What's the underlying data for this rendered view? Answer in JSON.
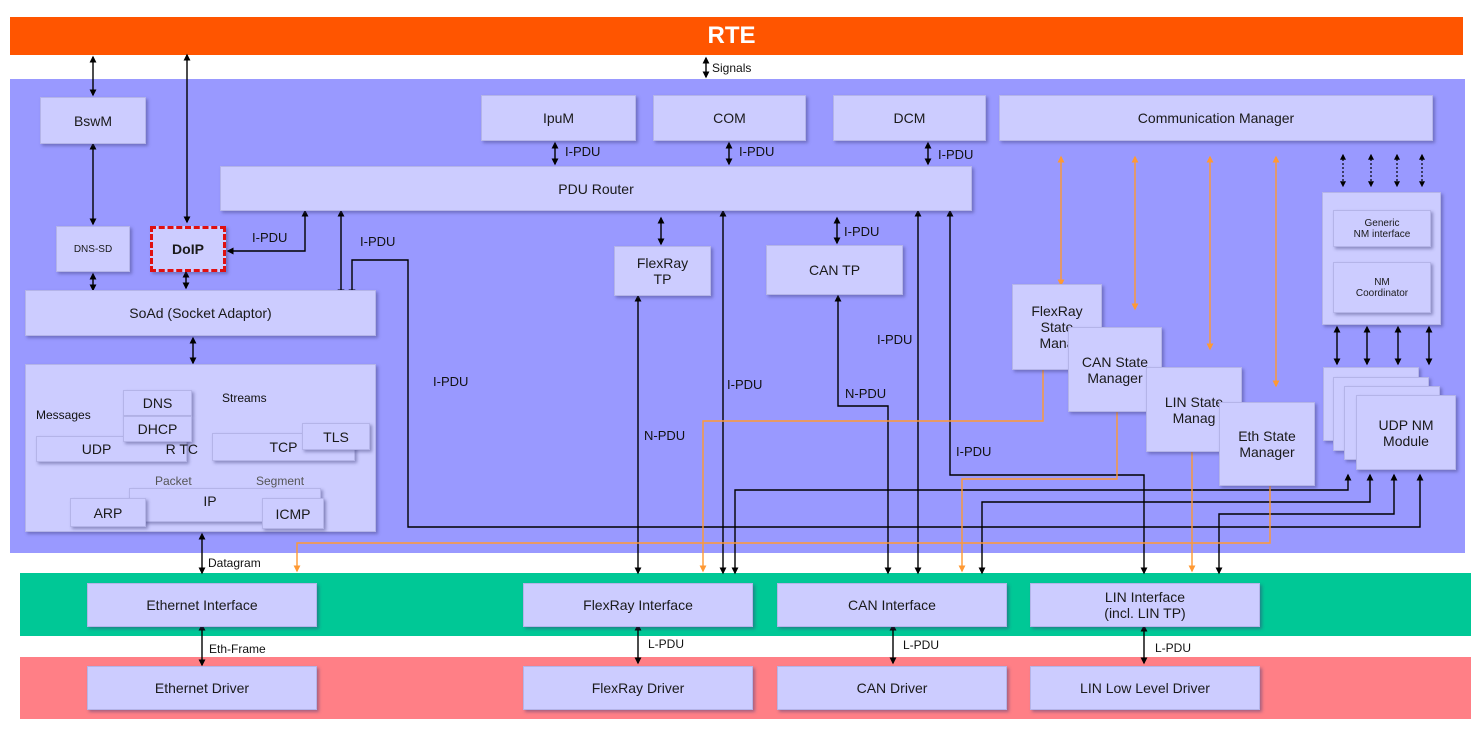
{
  "layers": {
    "rte": "RTE",
    "signals": "Signals"
  },
  "modules": {
    "bswm": "BswM",
    "ipdum": "IpuM",
    "com": "COM",
    "dcm": "DCM",
    "comm": "Communication Manager",
    "pdur": "PDU Router",
    "dns_sd": "DNS-SD",
    "doip": "DoIP",
    "soad": "SoAd (Socket Adaptor)",
    "frtp": "FlexRay\nTP",
    "cantp": "CAN TP",
    "frsm": "FlexRay\nState\nMana",
    "cansm": "CAN State\nManager",
    "linsm": "LIN State\nManag",
    "ethsm": "Eth State\nManager",
    "generic_nm": "Generic\nNM interface",
    "nm_coord": "NM\nCoordinator",
    "udpnm": "UDP NM\nModule",
    "dns": "DNS",
    "dhcp": "DHCP",
    "udp": "UDP",
    "tcp": "TCP",
    "tls": "TLS",
    "ip": "IP",
    "arp": "ARP",
    "icmp": "ICMP",
    "eth_if": "Ethernet Interface",
    "fr_if": "FlexRay Interface",
    "can_if": "CAN Interface",
    "lin_if": "LIN Interface\n(incl. LIN TP)",
    "eth_drv": "Ethernet Driver",
    "fr_drv": "FlexRay Driver",
    "can_drv": "CAN Driver",
    "lin_drv": "LIN Low Level Driver"
  },
  "labels": {
    "ipdu": "I-PDU",
    "npdu": "N-PDU",
    "lpdu": "L-PDU",
    "datagram": "Datagram",
    "eth_frame": "Eth-Frame",
    "messages": "Messages",
    "streams": "Streams",
    "packet": "Packet",
    "segment": "Segment",
    "udp_tail": "R TC"
  },
  "colors": {
    "rte": "#ff5500",
    "bsw": "#9999ff",
    "interface_layer": "#00c896",
    "driver_layer": "#ff7f86",
    "module": "#ccccff",
    "orange_link": "#ff9933",
    "doip_border": "#e01010"
  }
}
